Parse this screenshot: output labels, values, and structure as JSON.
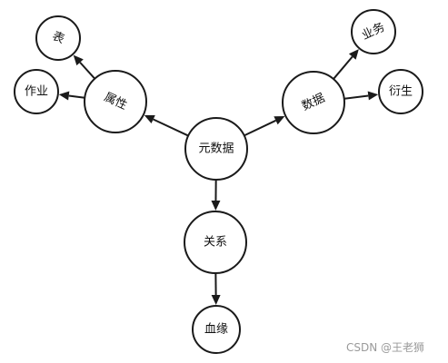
{
  "diagram": {
    "nodes": [
      {
        "id": "metadata",
        "label": "元数据"
      },
      {
        "id": "attribute",
        "label": "属性"
      },
      {
        "id": "table",
        "label": "表"
      },
      {
        "id": "job",
        "label": "作业"
      },
      {
        "id": "data",
        "label": "数据"
      },
      {
        "id": "business",
        "label": "业务"
      },
      {
        "id": "derived",
        "label": "衍生"
      },
      {
        "id": "relation",
        "label": "关系"
      },
      {
        "id": "lineage",
        "label": "血缘"
      }
    ],
    "edges": [
      {
        "from": "metadata",
        "to": "attribute"
      },
      {
        "from": "metadata",
        "to": "data"
      },
      {
        "from": "metadata",
        "to": "relation"
      },
      {
        "from": "attribute",
        "to": "table"
      },
      {
        "from": "attribute",
        "to": "job"
      },
      {
        "from": "data",
        "to": "business"
      },
      {
        "from": "data",
        "to": "derived"
      },
      {
        "from": "relation",
        "to": "lineage"
      }
    ],
    "colors": {
      "stroke": "#1a1a1a",
      "fill": "#ffffff",
      "text": "#111111"
    }
  },
  "watermark": {
    "text": "CSDN @王老狮"
  }
}
